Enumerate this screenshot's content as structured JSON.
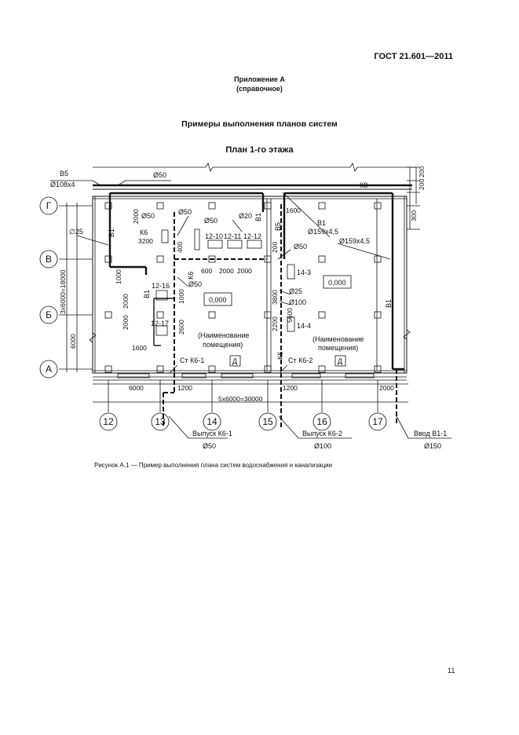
{
  "header": {
    "standard": "ГОСТ 21.601—2011",
    "appendix_title": "Приложение А",
    "appendix_note": "(справочное)",
    "section_title": "Примеры выполнения планов систем",
    "plan_title": "План 1-го этажа"
  },
  "axes": {
    "rows": [
      "Г",
      "В",
      "Б",
      "А"
    ],
    "columns": [
      "12",
      "13",
      "14",
      "15",
      "16",
      "17"
    ]
  },
  "labels": {
    "b5": "В5",
    "b5_pipe": "Ø108x4",
    "d50_top": "Ø50",
    "k8": "К8",
    "d25_left": "∅25",
    "b1_left": "В1",
    "d50_a": "Ø50",
    "k6_small": "К6",
    "d50_b": "Ø50",
    "d50_c": "Ø50",
    "d20": "Ø20",
    "b1_mid": "В1",
    "b5_mid": "В5",
    "b1_right": "В1",
    "b1_right_pipe": "Ø159x4,5",
    "right_pipe2": "Ø159x4,5",
    "fix_12_10": "12-10",
    "fix_12_11": "12-11",
    "fix_12_12": "12-12",
    "d50_d": "Ø50",
    "k6_vert": "К6",
    "d50_e": "Ø50",
    "fix_12_16": "12-16",
    "b1_small": "В1",
    "fix_12_17": "12-17",
    "fix_14_3": "14-3",
    "fix_14_4": "14-4",
    "d25_mid": "Ø25",
    "d100": "Ø100",
    "level_left": "0,000",
    "level_right": "0,000",
    "room_left_1": "(Наименование",
    "room_left_2": "помещения)",
    "room_right_1": "(Наименование",
    "room_right_2": "помещения)",
    "st_k6_1": "Ст К6-1",
    "st_k6_2": "Ст К6-2",
    "door_left": "Д",
    "door_right": "Д",
    "k6_bottom": "К6",
    "b1_far_right": "В1",
    "outlet1": "Выпуск К6-1",
    "outlet1_d": "Ø50",
    "outlet2": "Выпуск К6-2",
    "outlet2_d": "Ø100",
    "inlet": "Ввод В1-1",
    "inlet_d": "Ø150"
  },
  "dimensions": {
    "d_200a": "200",
    "d_200b": "200",
    "d_300": "300",
    "d_1600a": "1600",
    "d_2000a": "2000",
    "d_3200": "3200",
    "d_400": "400",
    "d_200c": "200",
    "d_600": "600",
    "d_2000b": "2000",
    "d_2000c": "2000",
    "d_3x6000": "3x6000=18000",
    "d_6000v": "6000",
    "d_1000a": "1000",
    "d_2000d": "2000",
    "d_2000e": "2000",
    "d_1000b": "1000",
    "d_2600": "2600",
    "d_1600b": "1600",
    "d_3800": "3800",
    "d_5600": "5600",
    "d_2200": "2200",
    "d_6000h": "6000",
    "d_1200a": "1200",
    "d_1200b": "1200",
    "d_2000f": "2000",
    "d_5x6000": "5x6000=30000"
  },
  "caption": "Рисунок А.1 —  Пример выполнения плана систем водоснабжения и канализации",
  "page_number": "11"
}
